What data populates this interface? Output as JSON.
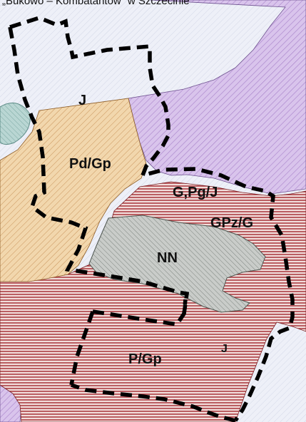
{
  "title": "„Bukowo – Kombatantów” w Szczecinie",
  "zones": {
    "j_top": "J",
    "pd_gp": "Pd/Gp",
    "g_pg_j": "G,Pg/J",
    "gpz_g": "GPz/G",
    "nn": "NN",
    "p_gp": "P/Gp",
    "j_bottom": "J"
  },
  "colors": {
    "base": "#eef0f8",
    "residential_lavender": "#d9c4ec",
    "residential_hatch": "#a781c9",
    "agricultural_orange": "#f2d7ad",
    "agricultural_hatch": "#c79158",
    "production_base": "#f2dedc",
    "production_stripes": "#a8343a",
    "nn_grey": "#c9ccc9",
    "nn_hatch": "#7d847f",
    "water_blue": "#b9d6d3",
    "boundary": "#000000"
  }
}
